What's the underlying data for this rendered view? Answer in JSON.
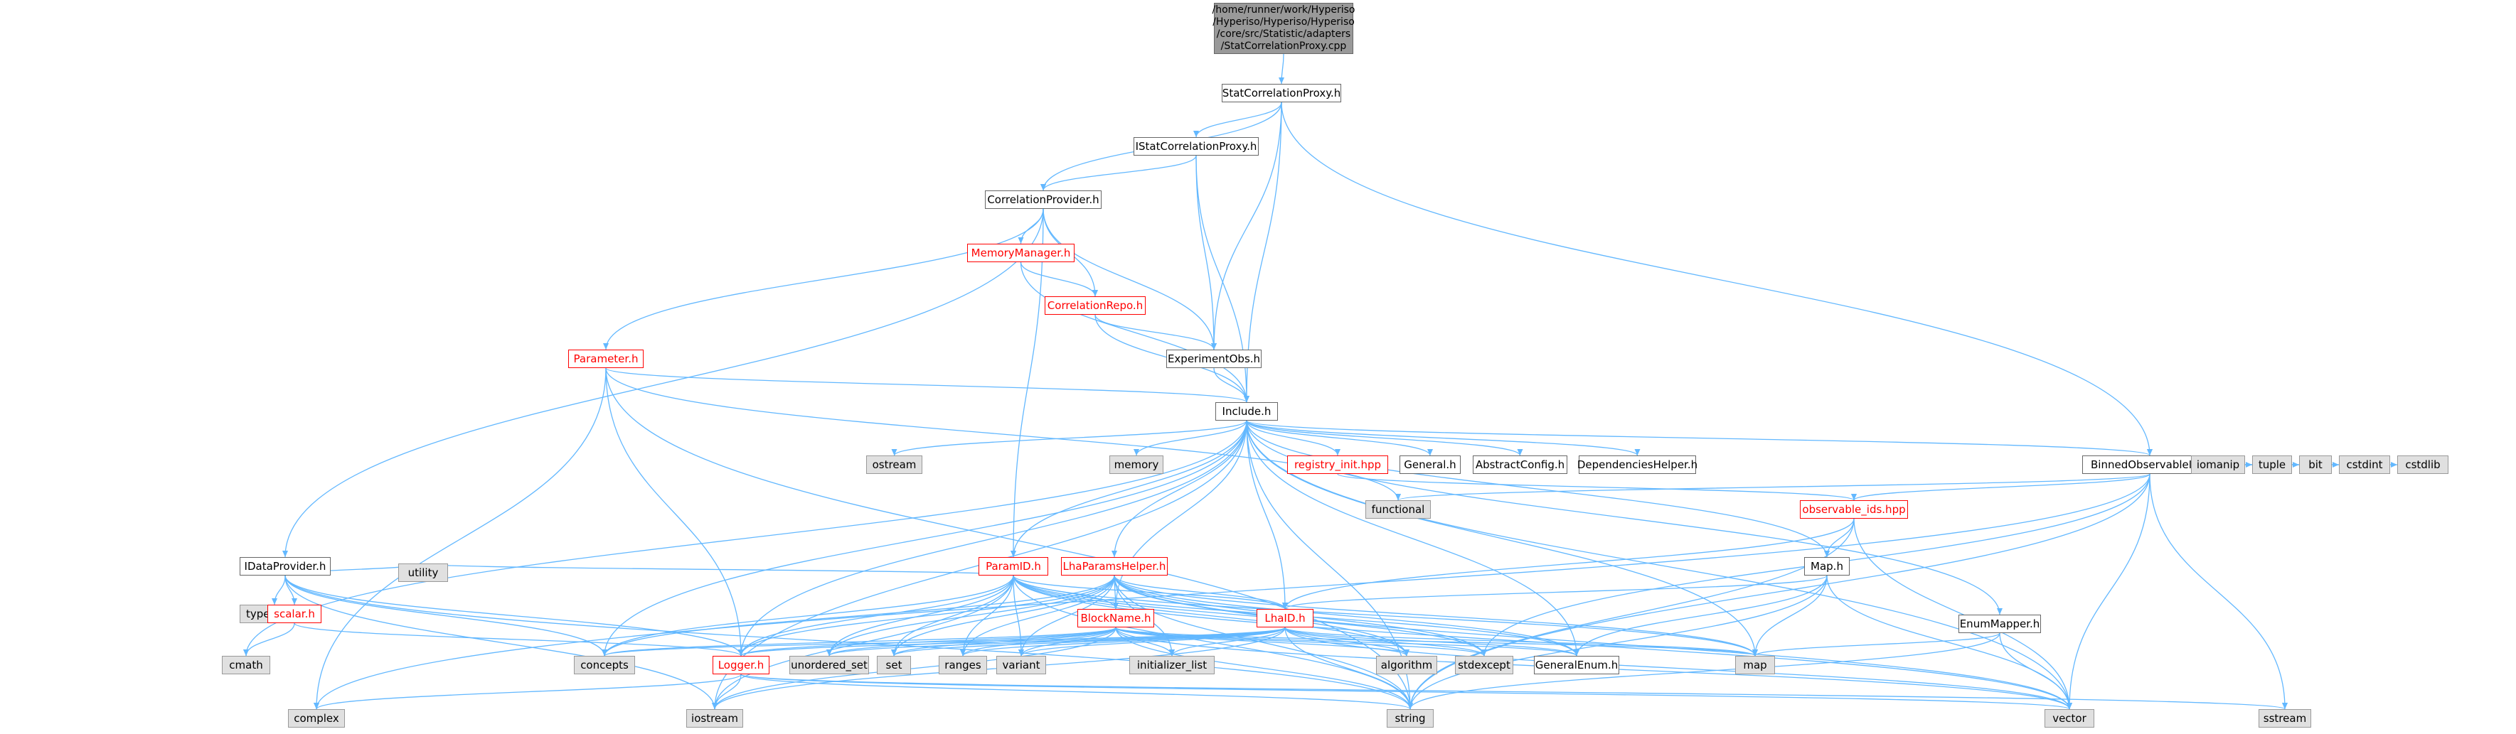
{
  "nodes": {
    "root": {
      "lines": [
        "/home/runner/work/Hyperiso",
        "/Hyperiso/Hyperiso/Hyperiso",
        "/core/src/Statistic/adapters",
        "/StatCorrelationProxy.cpp"
      ],
      "kind": "root"
    },
    "statcorrelationproxy_h": {
      "label": "StatCorrelationProxy.h",
      "kind": "int"
    },
    "istatcorrelationproxy_h": {
      "label": "IStatCorrelationProxy.h",
      "kind": "int"
    },
    "correlationprovider_h": {
      "label": "CorrelationProvider.h",
      "kind": "int"
    },
    "memorymanager_h": {
      "label": "MemoryManager.h",
      "kind": "red"
    },
    "correlationrepo_h": {
      "label": "CorrelationRepo.h",
      "kind": "red"
    },
    "parameter_h": {
      "label": "Parameter.h",
      "kind": "red"
    },
    "experimentobs_h": {
      "label": "ExperimentObs.h",
      "kind": "int"
    },
    "include_h": {
      "label": "Include.h",
      "kind": "int"
    },
    "ostream": {
      "label": "ostream",
      "kind": "ext"
    },
    "memory": {
      "label": "memory",
      "kind": "ext"
    },
    "registry_init_hpp": {
      "label": "registry_init.hpp",
      "kind": "red"
    },
    "general_h": {
      "label": "General.h",
      "kind": "int"
    },
    "abstractconfig_h": {
      "label": "AbstractConfig.h",
      "kind": "int"
    },
    "dependencieshelper_h": {
      "label": "DependenciesHelper.h",
      "kind": "int"
    },
    "binnedobservableid_h": {
      "label": "BinnedObservableId.h",
      "kind": "int"
    },
    "functional": {
      "label": "functional",
      "kind": "ext"
    },
    "observable_ids_hpp": {
      "label": "observable_ids.hpp",
      "kind": "red"
    },
    "iomanip": {
      "label": "iomanip",
      "kind": "ext"
    },
    "tuple": {
      "label": "tuple",
      "kind": "ext"
    },
    "bit": {
      "label": "bit",
      "kind": "ext"
    },
    "cstdint": {
      "label": "cstdint",
      "kind": "ext"
    },
    "cstdlib": {
      "label": "cstdlib",
      "kind": "ext"
    },
    "idataprovider_h": {
      "label": "IDataProvider.h",
      "kind": "int"
    },
    "paramid_h": {
      "label": "ParamID.h",
      "kind": "red"
    },
    "lhaparamshelper_h": {
      "label": "LhaParamsHelper.h",
      "kind": "red"
    },
    "map_h": {
      "label": "Map.h",
      "kind": "int"
    },
    "type_traits": {
      "label": "type_traits",
      "kind": "ext"
    },
    "utility": {
      "label": "utility",
      "kind": "ext"
    },
    "scalar_h": {
      "label": "scalar.h",
      "kind": "red"
    },
    "blockname_h": {
      "label": "BlockName.h",
      "kind": "red"
    },
    "lhaid_h": {
      "label": "LhaID.h",
      "kind": "red"
    },
    "enummapper_h": {
      "label": "EnumMapper.h",
      "kind": "int"
    },
    "cmath": {
      "label": "cmath",
      "kind": "ext"
    },
    "concepts": {
      "label": "concepts",
      "kind": "ext"
    },
    "logger_h": {
      "label": "Logger.h",
      "kind": "red"
    },
    "unordered_set": {
      "label": "unordered_set",
      "kind": "ext"
    },
    "set": {
      "label": "set",
      "kind": "ext"
    },
    "ranges": {
      "label": "ranges",
      "kind": "ext"
    },
    "variant": {
      "label": "variant",
      "kind": "ext"
    },
    "initializer_list": {
      "label": "initializer_list",
      "kind": "ext"
    },
    "algorithm": {
      "label": "algorithm",
      "kind": "ext"
    },
    "stdexcept": {
      "label": "stdexcept",
      "kind": "ext"
    },
    "generalenum_h": {
      "label": "GeneralEnum.h",
      "kind": "int"
    },
    "map": {
      "label": "map",
      "kind": "ext"
    },
    "vector": {
      "label": "vector",
      "kind": "ext"
    },
    "sstream": {
      "label": "sstream",
      "kind": "ext"
    },
    "complex": {
      "label": "complex",
      "kind": "ext"
    },
    "iostream": {
      "label": "iostream",
      "kind": "ext"
    },
    "string": {
      "label": "string",
      "kind": "ext"
    }
  },
  "edges": [
    [
      "root",
      "statcorrelationproxy_h"
    ],
    [
      "statcorrelationproxy_h",
      "istatcorrelationproxy_h"
    ],
    [
      "statcorrelationproxy_h",
      "correlationprovider_h"
    ],
    [
      "statcorrelationproxy_h",
      "experimentobs_h"
    ],
    [
      "statcorrelationproxy_h",
      "include_h"
    ],
    [
      "statcorrelationproxy_h",
      "binnedobservableid_h"
    ],
    [
      "istatcorrelationproxy_h",
      "correlationprovider_h"
    ],
    [
      "istatcorrelationproxy_h",
      "experimentobs_h"
    ],
    [
      "istatcorrelationproxy_h",
      "include_h"
    ],
    [
      "correlationprovider_h",
      "memorymanager_h"
    ],
    [
      "correlationprovider_h",
      "correlationrepo_h"
    ],
    [
      "correlationprovider_h",
      "parameter_h"
    ],
    [
      "correlationprovider_h",
      "experimentobs_h"
    ],
    [
      "correlationprovider_h",
      "idataprovider_h"
    ],
    [
      "correlationprovider_h",
      "paramid_h"
    ],
    [
      "memorymanager_h",
      "correlationrepo_h"
    ],
    [
      "memorymanager_h",
      "include_h"
    ],
    [
      "correlationrepo_h",
      "experimentobs_h"
    ],
    [
      "correlationrepo_h",
      "include_h"
    ],
    [
      "experimentobs_h",
      "include_h"
    ],
    [
      "parameter_h",
      "include_h"
    ],
    [
      "parameter_h",
      "functional"
    ],
    [
      "parameter_h",
      "logger_h"
    ],
    [
      "parameter_h",
      "string"
    ],
    [
      "parameter_h",
      "complex"
    ],
    [
      "include_h",
      "ostream"
    ],
    [
      "include_h",
      "memory"
    ],
    [
      "include_h",
      "registry_init_hpp"
    ],
    [
      "include_h",
      "general_h"
    ],
    [
      "include_h",
      "abstractconfig_h"
    ],
    [
      "include_h",
      "dependencieshelper_h"
    ],
    [
      "include_h",
      "binnedobservableid_h"
    ],
    [
      "include_h",
      "paramid_h"
    ],
    [
      "include_h",
      "lhaparamshelper_h"
    ],
    [
      "include_h",
      "blockname_h"
    ],
    [
      "include_h",
      "lhaid_h"
    ],
    [
      "include_h",
      "map_h"
    ],
    [
      "include_h",
      "enummapper_h"
    ],
    [
      "include_h",
      "logger_h"
    ],
    [
      "include_h",
      "map"
    ],
    [
      "include_h",
      "vector"
    ],
    [
      "include_h",
      "string"
    ],
    [
      "include_h",
      "generalenum_h"
    ],
    [
      "include_h",
      "iostream"
    ],
    [
      "include_h",
      "cmath"
    ],
    [
      "include_h",
      "concepts"
    ],
    [
      "registry_init_hpp",
      "observable_ids_hpp"
    ],
    [
      "binnedobservableid_h",
      "functional"
    ],
    [
      "binnedobservableid_h",
      "observable_ids_hpp"
    ],
    [
      "binnedobservableid_h",
      "iomanip"
    ],
    [
      "binnedobservableid_h",
      "tuple"
    ],
    [
      "binnedobservableid_h",
      "bit"
    ],
    [
      "binnedobservableid_h",
      "cstdint"
    ],
    [
      "binnedobservableid_h",
      "cstdlib"
    ],
    [
      "binnedobservableid_h",
      "sstream"
    ],
    [
      "binnedobservableid_h",
      "vector"
    ],
    [
      "binnedobservableid_h",
      "string"
    ],
    [
      "binnedobservableid_h",
      "stdexcept"
    ],
    [
      "binnedobservableid_h",
      "complex"
    ],
    [
      "observable_ids_hpp",
      "map_h"
    ],
    [
      "observable_ids_hpp",
      "lhaid_h"
    ],
    [
      "observable_ids_hpp",
      "string"
    ],
    [
      "observable_ids_hpp",
      "vector"
    ],
    [
      "idataprovider_h",
      "type_traits"
    ],
    [
      "idataprovider_h",
      "utility"
    ],
    [
      "idataprovider_h",
      "scalar_h"
    ],
    [
      "idataprovider_h",
      "concepts"
    ],
    [
      "idataprovider_h",
      "logger_h"
    ],
    [
      "idataprovider_h",
      "string"
    ],
    [
      "idataprovider_h",
      "iostream"
    ],
    [
      "scalar_h",
      "cmath"
    ],
    [
      "scalar_h",
      "logger_h"
    ],
    [
      "paramid_h",
      "blockname_h"
    ],
    [
      "paramid_h",
      "lhaid_h"
    ],
    [
      "paramid_h",
      "utility"
    ],
    [
      "paramid_h",
      "concepts"
    ],
    [
      "paramid_h",
      "logger_h"
    ],
    [
      "paramid_h",
      "unordered_set"
    ],
    [
      "paramid_h",
      "set"
    ],
    [
      "paramid_h",
      "ranges"
    ],
    [
      "paramid_h",
      "variant"
    ],
    [
      "paramid_h",
      "algorithm"
    ],
    [
      "paramid_h",
      "stdexcept"
    ],
    [
      "paramid_h",
      "generalenum_h"
    ],
    [
      "paramid_h",
      "map"
    ],
    [
      "paramid_h",
      "vector"
    ],
    [
      "paramid_h",
      "string"
    ],
    [
      "paramid_h",
      "iostream"
    ],
    [
      "lhaparamshelper_h",
      "blockname_h"
    ],
    [
      "lhaparamshelper_h",
      "lhaid_h"
    ],
    [
      "lhaparamshelper_h",
      "concepts"
    ],
    [
      "lhaparamshelper_h",
      "logger_h"
    ],
    [
      "lhaparamshelper_h",
      "unordered_set"
    ],
    [
      "lhaparamshelper_h",
      "set"
    ],
    [
      "lhaparamshelper_h",
      "ranges"
    ],
    [
      "lhaparamshelper_h",
      "variant"
    ],
    [
      "lhaparamshelper_h",
      "initializer_list"
    ],
    [
      "lhaparamshelper_h",
      "algorithm"
    ],
    [
      "lhaparamshelper_h",
      "stdexcept"
    ],
    [
      "lhaparamshelper_h",
      "generalenum_h"
    ],
    [
      "lhaparamshelper_h",
      "map"
    ],
    [
      "lhaparamshelper_h",
      "vector"
    ],
    [
      "lhaparamshelper_h",
      "string"
    ],
    [
      "map_h",
      "lhaid_h"
    ],
    [
      "map_h",
      "generalenum_h"
    ],
    [
      "map_h",
      "map"
    ],
    [
      "map_h",
      "vector"
    ],
    [
      "map_h",
      "string"
    ],
    [
      "blockname_h",
      "concepts"
    ],
    [
      "blockname_h",
      "logger_h"
    ],
    [
      "blockname_h",
      "unordered_set"
    ],
    [
      "blockname_h",
      "set"
    ],
    [
      "blockname_h",
      "ranges"
    ],
    [
      "blockname_h",
      "variant"
    ],
    [
      "blockname_h",
      "initializer_list"
    ],
    [
      "blockname_h",
      "algorithm"
    ],
    [
      "blockname_h",
      "stdexcept"
    ],
    [
      "blockname_h",
      "generalenum_h"
    ],
    [
      "blockname_h",
      "map"
    ],
    [
      "blockname_h",
      "vector"
    ],
    [
      "blockname_h",
      "string"
    ],
    [
      "blockname_h",
      "iostream"
    ],
    [
      "lhaid_h",
      "concepts"
    ],
    [
      "lhaid_h",
      "logger_h"
    ],
    [
      "lhaid_h",
      "unordered_set"
    ],
    [
      "lhaid_h",
      "set"
    ],
    [
      "lhaid_h",
      "ranges"
    ],
    [
      "lhaid_h",
      "variant"
    ],
    [
      "lhaid_h",
      "initializer_list"
    ],
    [
      "lhaid_h",
      "algorithm"
    ],
    [
      "lhaid_h",
      "stdexcept"
    ],
    [
      "lhaid_h",
      "generalenum_h"
    ],
    [
      "lhaid_h",
      "map"
    ],
    [
      "lhaid_h",
      "vector"
    ],
    [
      "lhaid_h",
      "string"
    ],
    [
      "lhaid_h",
      "iostream"
    ],
    [
      "enummapper_h",
      "map"
    ],
    [
      "enummapper_h",
      "vector"
    ],
    [
      "enummapper_h",
      "string"
    ],
    [
      "logger_h",
      "iostream"
    ],
    [
      "logger_h",
      "string"
    ],
    [
      "logger_h",
      "sstream"
    ],
    [
      "logger_h",
      "complex"
    ],
    [
      "logger_h",
      "vector"
    ]
  ],
  "colors": {
    "edge": "#63b8ff",
    "node_border": "#666666",
    "ext_fill": "#e0e0e0",
    "ext_border": "#999999",
    "root_fill": "#999999",
    "highlight": "#ff0000"
  }
}
